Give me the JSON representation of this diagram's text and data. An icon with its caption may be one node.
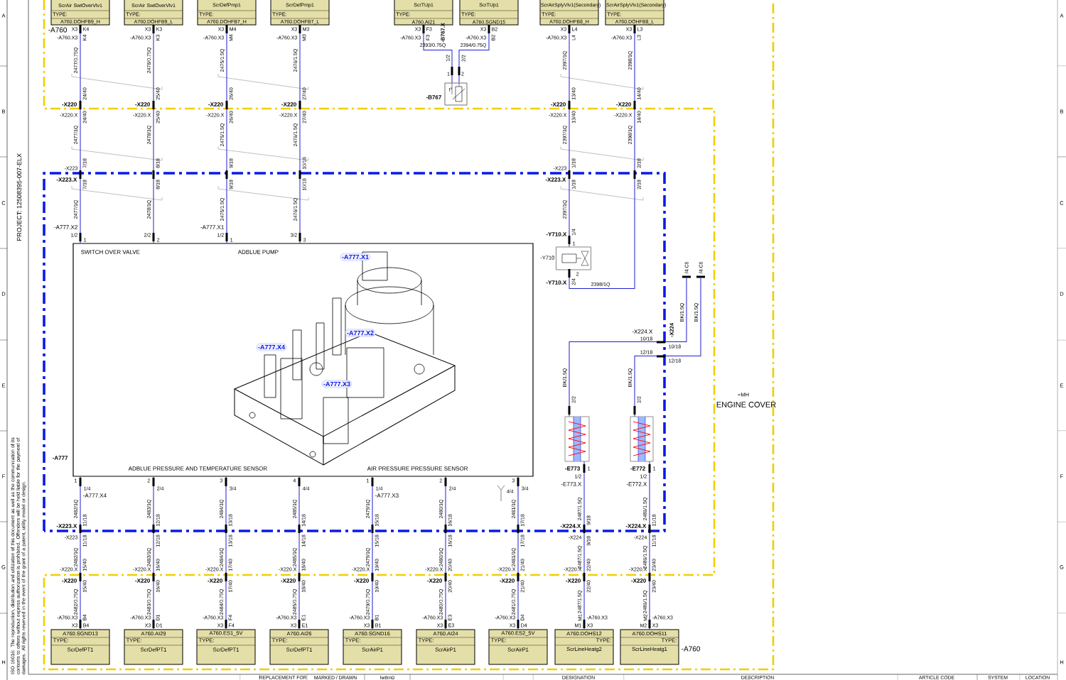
{
  "diagram": {
    "nodes": [
      {
        "text": [
          "ScrAir SwtOverVlv1",
          "TYPE:",
          "A760.DOHFB9_H"
        ]
      },
      {
        "text": [
          "ScrAir SwtOverVlv1",
          "TYPE:",
          "A760.DOHFB9_L"
        ]
      },
      {
        "text": [
          "ScrDefPmp1",
          "TYPE:",
          "A760.DOHFB7_H"
        ]
      },
      {
        "text": [
          "ScrDefPmp1",
          "TYPE:",
          "A760.DOHFB7_L"
        ]
      },
      {
        "text": [
          "ScrTUp1",
          "TYPE:",
          "A760.AI21"
        ]
      },
      {
        "text": [
          "ScrTUp1",
          "TYPE:",
          "A760.SGND15"
        ]
      },
      {
        "text": [
          "ScrAirSplyVlv1(Secondary)",
          "TYPE:",
          "A760.DOHFB8_H"
        ]
      },
      {
        "text": [
          "ScrAirSplyVlv1(Secondary)",
          "TYPE:",
          "A760.DOHFB8_L"
        ]
      },
      {
        "text": [
          "SWITCH OVER VALVE",
          "ADBLUE PUMP",
          "ADBLUE PRESSURE AND TEMPERATURE SENSOR",
          "AIR PRESSURE PRESSURE SENSOR"
        ],
        "beside": [
          "-A777"
        ]
      },
      {
        "text": [
          "-A777.X1"
        ],
        "in": 8
      },
      {
        "text": [
          "-A777.X2"
        ],
        "in": 8
      },
      {
        "text": [
          "-A777.X4"
        ],
        "in": 8
      },
      {
        "text": [
          "-A777.X3"
        ],
        "in": 8
      },
      {
        "text": [
          "-B767",
          "t°"
        ]
      },
      {
        "text": [
          "-Y710"
        ]
      },
      {
        "text": [
          "-E773"
        ]
      },
      {
        "text": [
          "-E772"
        ]
      },
      {
        "text": [
          "/4.C6"
        ]
      },
      {
        "text": [
          "/4.C6"
        ]
      },
      {
        "text": [
          "A760.SGND13",
          "TYPE:",
          "ScrDefPT1"
        ]
      },
      {
        "text": [
          "A760.AI29",
          "TYPE:",
          "ScrDefPT1"
        ]
      },
      {
        "text": [
          "A760.ES1_5V",
          "TYPE:",
          "ScrDefPT1"
        ]
      },
      {
        "text": [
          "A760.AI26",
          "TYPE:",
          "ScrDefPT1"
        ]
      },
      {
        "text": [
          "A760.SGND16",
          "TYPE:",
          "ScrAirP1"
        ]
      },
      {
        "text": [
          "A760.AI24",
          "TYPE:",
          "ScrAirP1"
        ]
      },
      {
        "text": [
          "A760.ES2_5V",
          "TYPE:",
          "ScrAirP1"
        ]
      },
      {
        "text": [
          "A760.DOHS12",
          "TYPE:",
          "ScrLineHeatg2"
        ]
      },
      {
        "text": [
          "A760.DOHS11",
          "TYPE:",
          "ScrLineHeatg1"
        ]
      }
    ],
    "edges": [
      {
        "from": 0,
        "to": 8,
        "arrow": "none"
      },
      {
        "from": 1,
        "to": 8,
        "arrow": "none"
      },
      {
        "from": 2,
        "to": 8,
        "arrow": "none"
      },
      {
        "from": 3,
        "to": 8,
        "arrow": "none"
      },
      {
        "from": 4,
        "to": 13,
        "arrow": "none"
      },
      {
        "from": 5,
        "to": 13,
        "arrow": "none"
      },
      {
        "from": 6,
        "to": 14,
        "arrow": "none"
      },
      {
        "from": 7,
        "to": 14,
        "arrow": "none"
      },
      {
        "from": 15,
        "to": 17,
        "arrow": "none"
      },
      {
        "from": 16,
        "to": 18,
        "arrow": "none"
      },
      {
        "from": 8,
        "to": 19,
        "arrow": "none"
      },
      {
        "from": 8,
        "to": 20,
        "arrow": "none"
      },
      {
        "from": 8,
        "to": 21,
        "arrow": "none"
      },
      {
        "from": 8,
        "to": 22,
        "arrow": "none"
      },
      {
        "from": 8,
        "to": 23,
        "arrow": "none"
      },
      {
        "from": 8,
        "to": 24,
        "arrow": "none"
      },
      {
        "from": 8,
        "to": 25,
        "arrow": "none"
      },
      {
        "from": 15,
        "to": 26,
        "arrow": "none"
      },
      {
        "from": 16,
        "to": 27,
        "arrow": "none"
      }
    ],
    "labels": [
      "-A760",
      "X3",
      "K4",
      "-A760.X3",
      "K4",
      "2477/0.75Q",
      "24/40",
      "-X220",
      "-X220.X",
      "24/40",
      "2477/1Q",
      "-X223",
      "7/18",
      "-X223.X",
      "7/18",
      "2477/1Q",
      "-A777.X2",
      "1/2",
      "1",
      "X3",
      "K3",
      "-A760.X3",
      "K3",
      "2478/0.75Q",
      "25/40",
      "-X220",
      "-X220.X",
      "25/40",
      "2478/1Q",
      "8/18",
      "8/18",
      "2478/1Q",
      "2/2",
      "2",
      "X3",
      "M4",
      "-A760.X3",
      "M4",
      "2475/1.5Q",
      "26/40",
      "-X220",
      "-X220.X",
      "26/40",
      "2475/1.5Q",
      "9/18",
      "9/18",
      "2475/1.5Q",
      "-A777.X1",
      "1/2",
      "1",
      "X3",
      "M3",
      "-A760.X3",
      "M3",
      "2476/1.5Q",
      "27/40",
      "-X220",
      "-X220.X",
      "27/40",
      "2476/1.5Q",
      "10/18",
      "10/18",
      "2476/1.5Q",
      "3/2",
      "3",
      "X3",
      "F3",
      "-A760.X3",
      "F3",
      "X3",
      "B2",
      "-A760.X3",
      "B2",
      "2393/0.75Q",
      "2394/0.75Q",
      "-B767.X",
      "1/2",
      "2/2",
      "1",
      "2",
      "X3",
      "L4",
      "-A760.X3",
      "L4",
      "2397/1Q",
      "13/40",
      "-X220",
      "-X220.X",
      "13/40",
      "2397/1Q",
      "-X223",
      "1/18",
      "-X223.X",
      "1/18",
      "2397/1Q",
      "-Y710.X",
      "1/4",
      "1",
      "X3",
      "L3",
      "-A760.X3",
      "L3",
      "2398/1Q",
      "14/40",
      "-X220",
      "-X220.X",
      "14/40",
      "2398/1Q",
      "2/18",
      "2/18",
      "2",
      "-Y710.X",
      "2/4",
      "2398/1Q",
      "BK/1.5Q",
      "2/2",
      "BK/1.5Q",
      "2/2",
      "-X224.X",
      "10/18",
      "-X224",
      "10/18",
      "12/18",
      "12/18",
      "BK/1.5Q",
      "BK/1.5Q",
      "1",
      "1/4",
      "-A777.X4",
      "2482/1Q",
      "11/18",
      "-X223.X",
      "-X223",
      "11/18",
      "2482/1Q",
      "-X220.X",
      "15/40",
      "-X220",
      "15/40",
      "2482/0.75Q",
      "-A760.X3",
      "B4",
      "X3",
      "B4",
      "2",
      "2/4",
      "2483/1Q",
      "12/18",
      "12/18",
      "2483/1Q",
      "-X220.X",
      "16/40",
      "-X220",
      "16/40",
      "2483/0.75Q",
      "-A760.X3",
      "D1",
      "X3",
      "D1",
      "3",
      "3/4",
      "2484/1Q",
      "13/18",
      "13/18",
      "2484/1Q",
      "-X220.X",
      "17/40",
      "-X220",
      "17/40",
      "2484/0.75Q",
      "-A760.X3",
      "F4",
      "X3",
      "F4",
      "4",
      "4/4",
      "2485/1Q",
      "14/18",
      "14/18",
      "2485/1Q",
      "-X220.X",
      "18/40",
      "-X220",
      "18/40",
      "2485/0.75Q",
      "-A760.X3",
      "E1",
      "X3",
      "E1",
      "1",
      "1/4",
      "-A777.X3",
      "2479/1Q",
      "15/18",
      "15/18",
      "2479/1Q",
      "-X220.X",
      "19/40",
      "-X220",
      "19/40",
      "2479/0.75Q",
      "-A760.X3",
      "B1",
      "X3",
      "B1",
      "2",
      "2/4",
      "2480/1Q",
      "16/18",
      "16/18",
      "2480/1Q",
      "-X220.X",
      "20/40",
      "-X220",
      "20/40",
      "2480/0.75Q",
      "-A760.X3",
      "E3",
      "X3",
      "E3",
      "3",
      "3/4",
      "2481/1Q",
      "17/18",
      "17/18",
      "2481/1Q",
      "-X220.X",
      "21/40",
      "-X220",
      "21/40",
      "2481/0.75Q",
      "-A760.X3",
      "D4",
      "X3",
      "D4",
      "1",
      "1/2",
      "-E773.X",
      "2487/1.5Q",
      "9/18",
      "-X224.X",
      "-X224",
      "9/18",
      "2487/1.5Q",
      "-X220.X",
      "22/40",
      "-X220",
      "22/40",
      "2487/1.5Q",
      "M1",
      "-A760.X3",
      "M1",
      "X3",
      "1",
      "1/2",
      "-E772.X",
      "2486/1.5Q",
      "11/18",
      "-X224.X",
      "-X224",
      "11/18",
      "2486/1.5Q",
      "-X220.X",
      "23/40",
      "-X220",
      "23/40",
      "2486/1.5Q",
      "M2",
      "-A760.X3",
      "M2",
      "X3",
      "4/4",
      "=MH",
      "ENGINE COVER",
      "-A760",
      "PROJECT:",
      "12508395-007-ELX",
      "ISO 16016: The reproduction, distribution and utilization of this document as well as the communication of its contents to others without express authorization is prohibited. Offenders will be held liable for the payment of damages. All rights reserved in the event of the grant of a patent, utility model or design.",
      "A",
      "B",
      "C",
      "D",
      "E",
      "F",
      "G",
      "H",
      "A",
      "B",
      "C",
      "D",
      "E",
      "F",
      "G",
      "H",
      "REPLACEMENT FOR",
      "MARKED / DRAWN",
      "lwttrn0",
      "DESIGNATION",
      "DESCRIPTION",
      "ARTICLE CODE",
      "SYSTEM",
      "LOCATION"
    ]
  }
}
